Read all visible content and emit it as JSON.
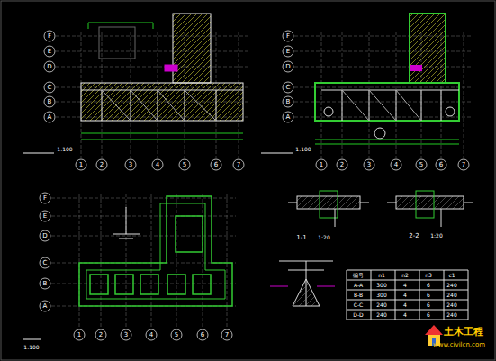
{
  "diagram": {
    "labels": [
      "F",
      "E",
      "D",
      "C",
      "B",
      "A",
      "1",
      "2",
      "3",
      "4",
      "5",
      "6",
      "7",
      "F",
      "E",
      "D",
      "C",
      "B",
      "A",
      "1",
      "2",
      "3",
      "4",
      "5",
      "6",
      "7",
      "F",
      "E",
      "D",
      "C",
      "B",
      "A",
      "1",
      "2",
      "3",
      "4",
      "5",
      "6",
      "7",
      "1:100",
      "1:100",
      "1:100",
      "1-1",
      "2-2",
      "1:20",
      "1:20",
      "编号",
      "n1",
      "n2",
      "n3",
      "c1",
      "A-A",
      "300",
      "4",
      "6",
      "240",
      "B-B",
      "300",
      "4",
      "6",
      "240",
      "C-C",
      "240",
      "4",
      "6",
      "240",
      "D-D",
      "240",
      "4",
      "6",
      "240",
      "土木工程",
      "www.civilcn.com"
    ]
  }
}
